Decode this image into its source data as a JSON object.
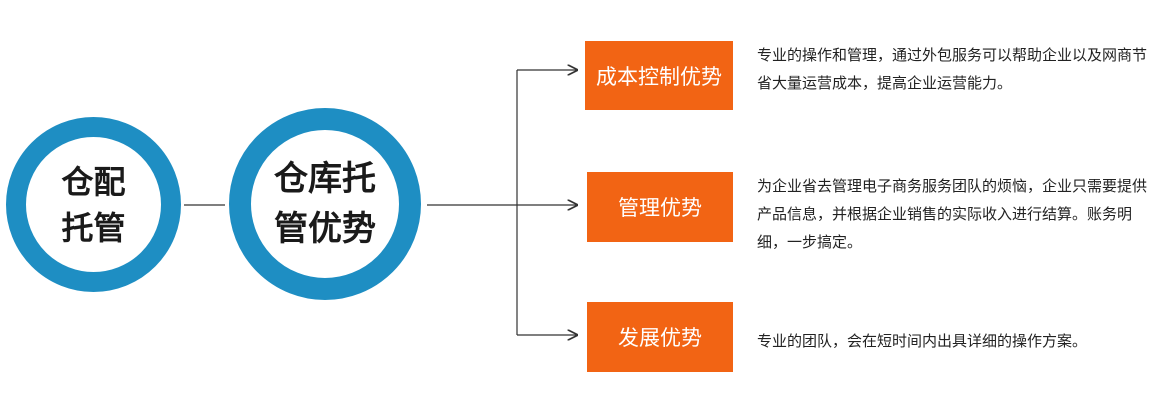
{
  "left_circle": {
    "label": "仓配\n托管"
  },
  "center_circle": {
    "label": "仓库托\n管优势"
  },
  "branches": [
    {
      "title": "成本控制优势",
      "description": "专业的操作和管理，通过外包服务可以帮助企业以及网商节省大量运营成本，提高企业运营能力。"
    },
    {
      "title": "管理优势",
      "description": "为企业省去管理电子商务服务团队的烦恼，企业只需要提供产品信息，并根据企业销售的实际收入进行结算。账务明细，一步搞定。"
    },
    {
      "title": "发展优势",
      "description": "专业的团队，会在短时间内出具详细的操作方案。"
    }
  ],
  "colors": {
    "ring": "#1e8ec3",
    "box": "#f26414",
    "line": "#333333"
  }
}
